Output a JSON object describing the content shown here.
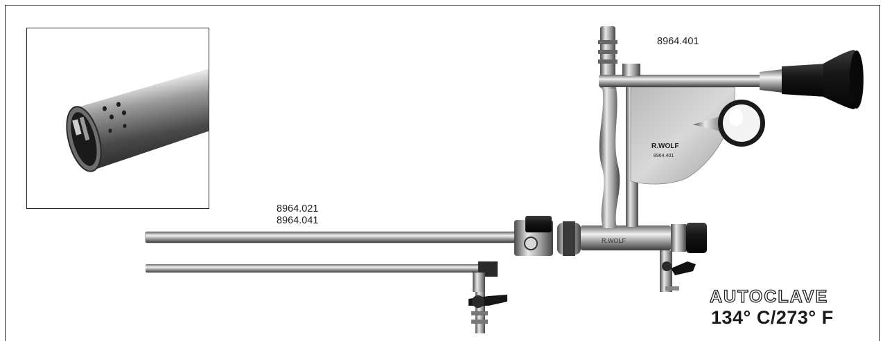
{
  "labels": {
    "scope_code": "8964.401",
    "sheath_code_1": "8964.021",
    "sheath_code_2": "8964.041"
  },
  "engravings": {
    "brand_plate": "R.WOLF",
    "plate_code": "8964.401",
    "body_brand": "R.WOLF"
  },
  "autoclave": {
    "title": "AUTOCLAVE",
    "temperature": "134° C/273° F"
  }
}
